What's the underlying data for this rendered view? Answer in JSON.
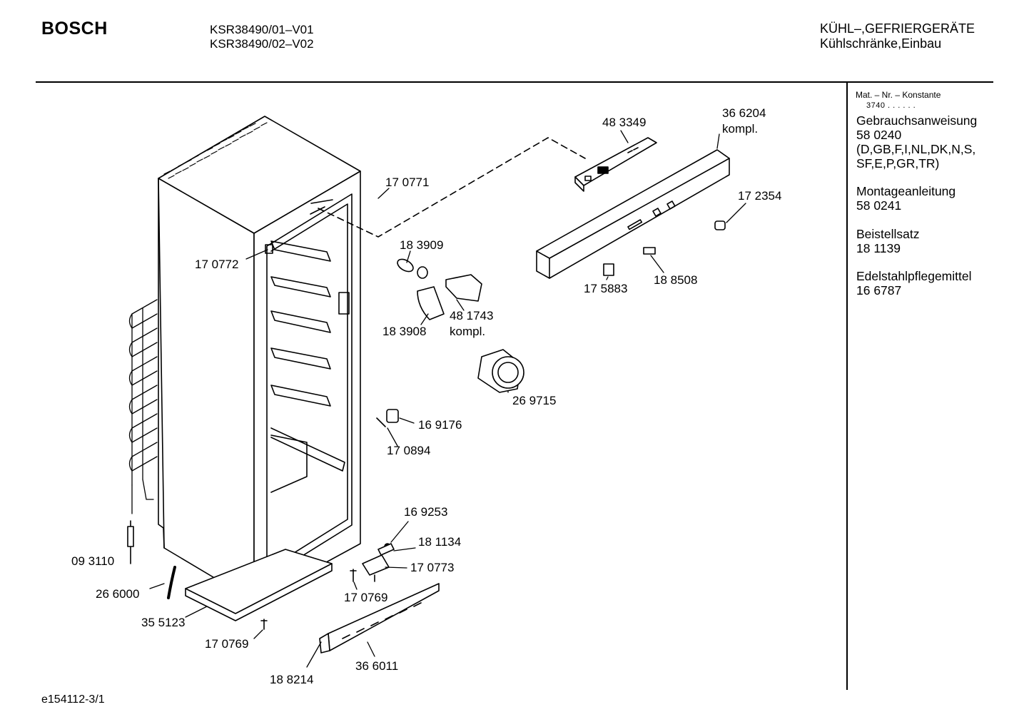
{
  "header": {
    "brand": "BOSCH",
    "models": [
      "KSR38490/01–V01",
      "KSR38490/02–V02"
    ],
    "category": [
      "KÜHL–,GEFRIERGERÄTE",
      "Kühlschränke,Einbau"
    ]
  },
  "sidebar": {
    "konstante_label": "Mat. – Nr. – Konstante",
    "konstante_value": "3740 . . . . . .",
    "items": [
      {
        "lines": [
          "Gebrauchsanweisung",
          "58 0240",
          "(D,GB,F,I,NL,DK,N,S,",
          "SF,E,P,GR,TR)"
        ]
      },
      {
        "lines": [
          "Montageanleitung",
          "58 0241"
        ]
      },
      {
        "lines": [
          "Beistellsatz",
          "18 1139"
        ]
      },
      {
        "lines": [
          "Edelstahlpflegemittel",
          "16 6787"
        ]
      }
    ]
  },
  "parts": [
    "48 3349",
    "36 6204",
    "kompl.",
    "17 0771",
    "17 2354",
    "18 3909",
    "17 0772",
    "48 1743",
    "kompl.",
    "17 5883",
    "18 8508",
    "18 3908",
    "26 9715",
    "16 9176",
    "17 0894",
    "16 9253",
    "18 1134",
    "17 0773",
    "09 3110",
    "17 0769",
    "26 6000",
    "35 5123",
    "17 0769",
    "36 6011",
    "18 8214"
  ],
  "footer": {
    "code": "e154112-3/1"
  }
}
